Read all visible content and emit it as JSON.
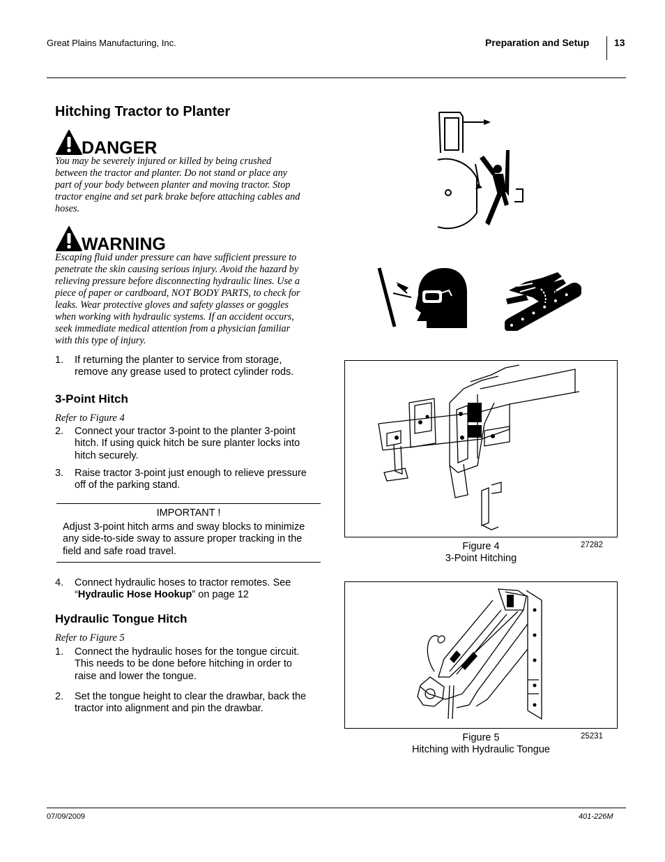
{
  "header": {
    "company": "Great Plains Manufacturing, Inc.",
    "section": "Preparation and Setup",
    "page_number": "13"
  },
  "footer": {
    "date": "07/09/2009",
    "doc_number": "401-226M"
  },
  "title": "Hitching Tractor to Planter",
  "danger": {
    "label": "DANGER",
    "lines": [
      "You may be severely injured or killed by being crushed",
      "between the tractor and planter. Do not stand or place any",
      "part of your body between planter and moving tractor. Stop",
      "tractor engine and set park brake before attaching cables and",
      "hoses."
    ]
  },
  "warning": {
    "label": "WARNING",
    "lines": [
      "Escaping fluid under pressure can have sufficient pressure to",
      "penetrate the skin causing serious injury. Avoid the hazard by",
      "relieving pressure before disconnecting hydraulic lines. Use a",
      "piece of paper or cardboard, NOT BODY PARTS, to check for",
      "leaks. Wear protective gloves and safety glasses or goggles",
      "when working with hydraulic systems. If an accident occurs,",
      "seek immediate medical attention from a physician familiar",
      "with this type of injury."
    ]
  },
  "step1": {
    "num": "1.",
    "lines": [
      "If returning the planter to service from storage,",
      "remove any grease used to protect cylinder rods."
    ]
  },
  "three_point": {
    "heading": "3-Point Hitch",
    "refer": "Refer to Figure 4",
    "step2": {
      "num": "2.",
      "lines": [
        "Connect your tractor 3-point to the planter 3-point",
        "hitch. If using quick hitch be sure planter locks into",
        "hitch securely."
      ]
    },
    "step3": {
      "num": "3.",
      "lines": [
        "Raise tractor 3-point just enough to relieve pressure",
        "off of the parking stand."
      ]
    }
  },
  "important": {
    "title": "IMPORTANT !",
    "lines": [
      "Adjust 3-point hitch arms and sway blocks to minimize",
      "any side-to-side sway to assure proper tracking in the",
      "field and safe road travel."
    ]
  },
  "step4": {
    "num": "4.",
    "line1": "Connect hydraulic hoses to tractor remotes. See",
    "quote_open": "“",
    "link": "Hydraulic Hose Hookup",
    "tail": "” on page 12"
  },
  "tongue": {
    "heading": "Hydraulic Tongue Hitch",
    "refer": "Refer to Figure 5",
    "step1": {
      "num": "1.",
      "lines": [
        "Connect the hydraulic hoses for the tongue circuit.",
        "This needs to be done before hitching in order to",
        "raise and lower the tongue."
      ]
    },
    "step2": {
      "num": "2.",
      "lines": [
        "Set the tongue height to clear the drawbar, back the",
        "tractor into alignment and pin the drawbar."
      ]
    }
  },
  "figure4": {
    "label": "Figure 4",
    "caption": "3-Point Hitching",
    "number": "27282"
  },
  "figure5": {
    "label": "Figure 5",
    "caption": "Hitching with Hydraulic Tongue",
    "number": "25231"
  },
  "icons": [
    "alert-triangle-icon",
    "crush-hazard-icon",
    "eye-protection-icon",
    "glove-icon"
  ]
}
